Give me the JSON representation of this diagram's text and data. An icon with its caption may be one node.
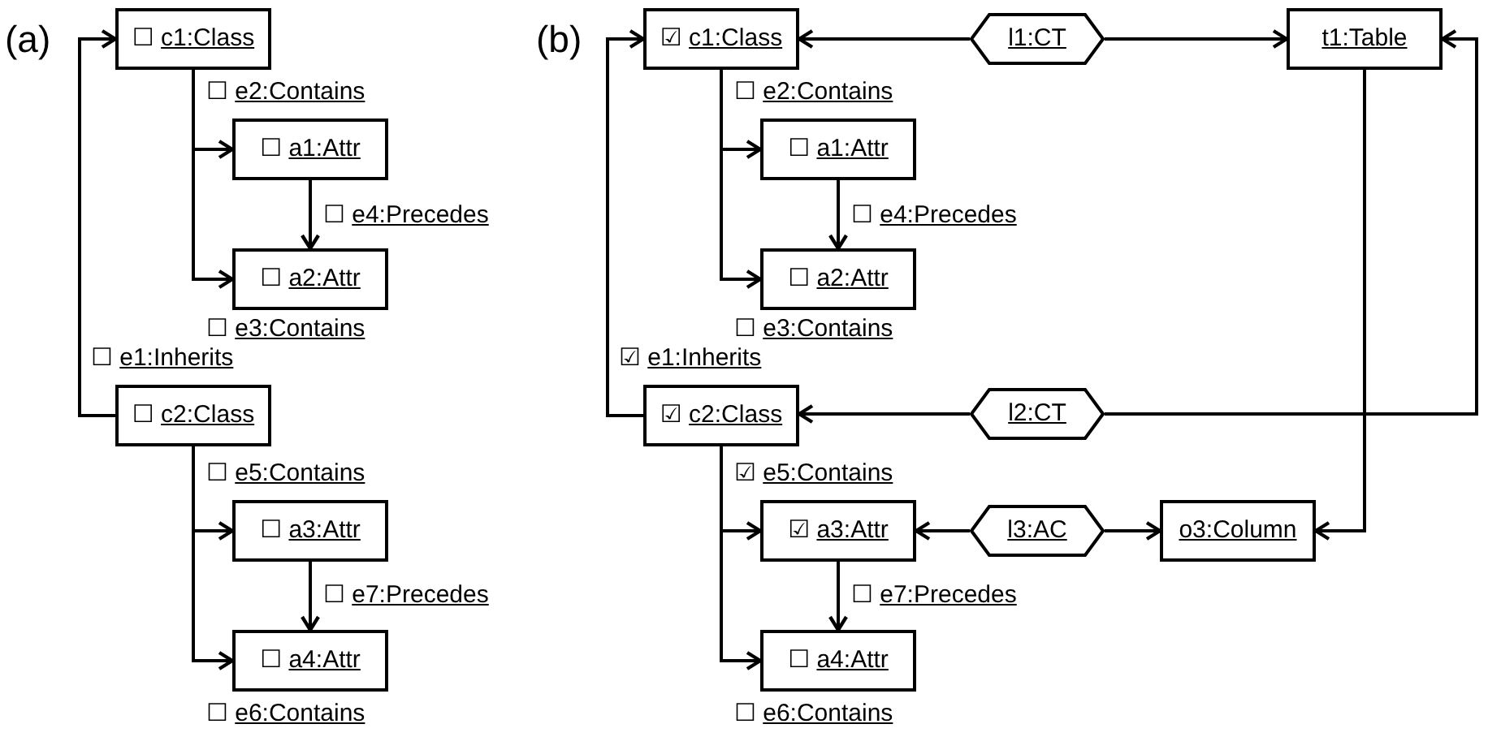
{
  "diagram": {
    "nodes": [
      {
        "text": [
          "☐ c1:Class"
        ]
      },
      {
        "text": [
          "☐ a1:Attr"
        ]
      },
      {
        "text": [
          "☐ a2:Attr"
        ]
      },
      {
        "text": [
          "☐ c2:Class"
        ]
      },
      {
        "text": [
          "☐ a3:Attr"
        ]
      },
      {
        "text": [
          "☐ a4:Attr"
        ]
      },
      {
        "text": [
          "☑ c1:Class"
        ]
      },
      {
        "text": [
          "☐ a1:Attr"
        ]
      },
      {
        "text": [
          "☐ a2:Attr"
        ]
      },
      {
        "text": [
          "☑ c2:Class"
        ]
      },
      {
        "text": [
          "☑ a3:Attr"
        ]
      },
      {
        "text": [
          "☐ a4:Attr"
        ]
      },
      {
        "text": [
          "l1:CT"
        ]
      },
      {
        "text": [
          "t1:Table"
        ]
      },
      {
        "text": [
          "l2:CT"
        ]
      },
      {
        "text": [
          "l3:AC"
        ]
      },
      {
        "text": [
          "o3:Column"
        ]
      }
    ],
    "edges": [
      {
        "from": 0,
        "to": 1,
        "arrow": "to",
        "label": "☐ e2:Contains"
      },
      {
        "from": 0,
        "to": 2,
        "arrow": "to",
        "label": "☐ e3:Contains"
      },
      {
        "from": 1,
        "to": 2,
        "arrow": "to",
        "label": "☐ e4:Precedes"
      },
      {
        "from": 3,
        "to": 0,
        "arrow": "to",
        "label": "☐ e1:Inherits"
      },
      {
        "from": 3,
        "to": 4,
        "arrow": "to",
        "label": "☐ e5:Contains"
      },
      {
        "from": 3,
        "to": 5,
        "arrow": "to",
        "label": "☐ e6:Contains"
      },
      {
        "from": 4,
        "to": 5,
        "arrow": "to",
        "label": "☐ e7:Precedes"
      },
      {
        "from": 6,
        "to": 7,
        "arrow": "to",
        "label": "☐ e2:Contains"
      },
      {
        "from": 6,
        "to": 8,
        "arrow": "to",
        "label": "☐ e3:Contains"
      },
      {
        "from": 7,
        "to": 8,
        "arrow": "to",
        "label": "☐ e4:Precedes"
      },
      {
        "from": 9,
        "to": 6,
        "arrow": "to",
        "label": "☑ e1:Inherits"
      },
      {
        "from": 9,
        "to": 10,
        "arrow": "to",
        "label": "☑ e5:Contains"
      },
      {
        "from": 9,
        "to": 11,
        "arrow": "to",
        "label": "☐ e6:Contains"
      },
      {
        "from": 10,
        "to": 11,
        "arrow": "to",
        "label": "☐ e7:Precedes"
      },
      {
        "from": 12,
        "to": 6,
        "arrow": "to"
      },
      {
        "from": 12,
        "to": 13,
        "arrow": "to"
      },
      {
        "from": 14,
        "to": 9,
        "arrow": "to"
      },
      {
        "from": 14,
        "to": 13,
        "arrow": "to"
      },
      {
        "from": 13,
        "to": 16,
        "arrow": "to"
      },
      {
        "from": 15,
        "to": 10,
        "arrow": "to"
      },
      {
        "from": 15,
        "to": 16,
        "arrow": "to"
      }
    ],
    "labels": [
      "(a)",
      "(b)"
    ]
  }
}
